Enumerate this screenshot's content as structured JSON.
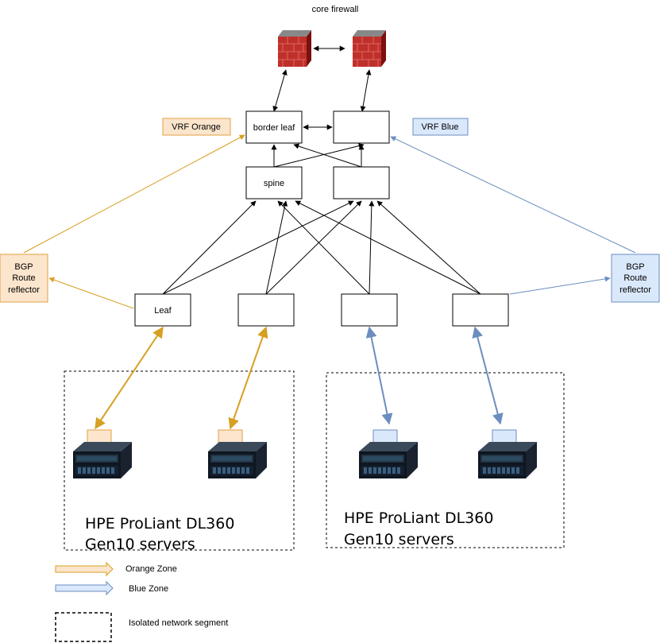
{
  "title": "core firewall",
  "nodes": {
    "border_leaf": "border leaf",
    "border_leaf_2": "",
    "spine": "spine",
    "spine_2": "",
    "leaf": "Leaf",
    "leaf_2": "",
    "leaf_3": "",
    "leaf_4": ""
  },
  "vrf": {
    "orange": "VRF Orange",
    "blue": "VRF Blue"
  },
  "route_reflectors": {
    "left": [
      "BGP",
      "Route",
      "reflector"
    ],
    "right": [
      "BGP",
      "Route",
      "reflector"
    ]
  },
  "server_groups": {
    "left": [
      "HPE ProLiant DL360",
      "Gen10 servers"
    ],
    "right": [
      "HPE ProLiant DL360",
      "Gen10 servers"
    ]
  },
  "legend": {
    "orange_zone": "Orange Zone",
    "blue_zone": "Blue Zone",
    "isolated": "Isolated network segment"
  },
  "colors": {
    "orange": "#d6a020",
    "orange_fill": "#fce5cd",
    "orange_border": "#e0a040",
    "blue": "#6c8ebf",
    "blue_fill": "#dae8fc"
  }
}
